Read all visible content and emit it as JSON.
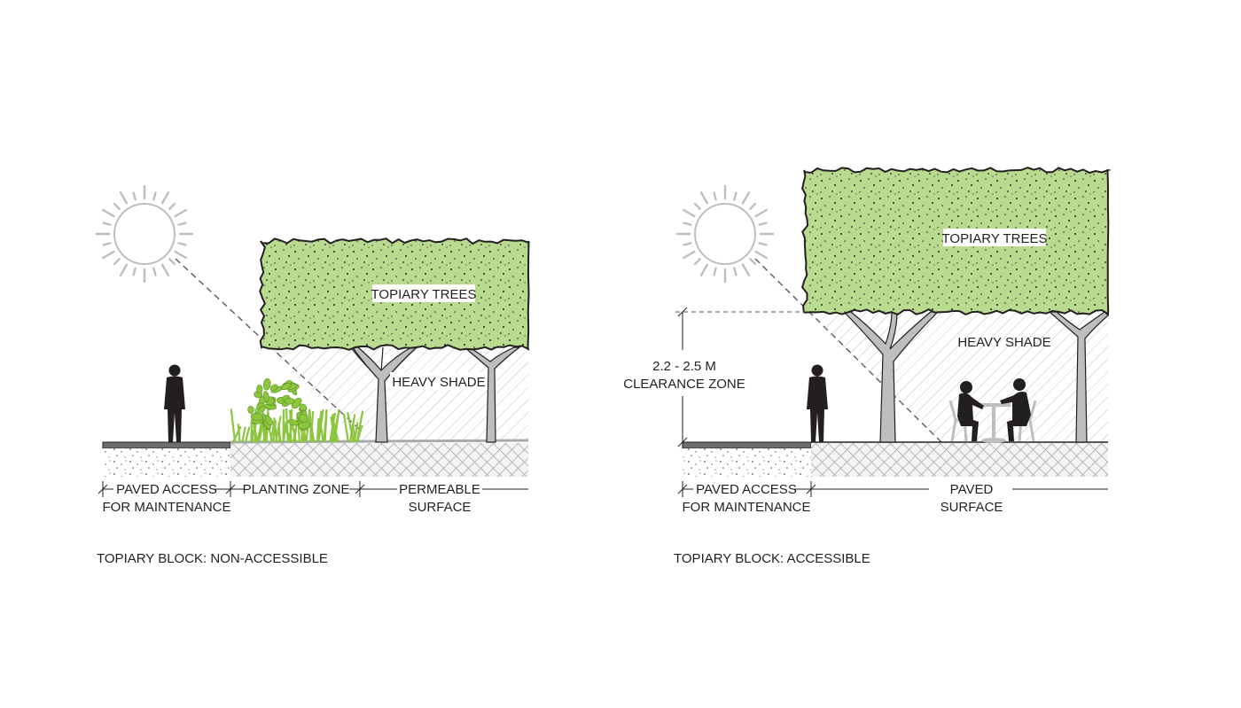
{
  "colors": {
    "canopy": "#b9db8f",
    "plants": "#8cc63f",
    "ink": "#231f20",
    "trunk": "#bcbec0",
    "sun": "#bcbec0"
  },
  "left_panel": {
    "caption": "TOPIARY BLOCK: NON-ACCESSIBLE",
    "canopy_label": "TOPIARY TREES",
    "shade_label": "HEAVY SHADE",
    "zones": [
      {
        "line1": "PAVED ACCESS",
        "line2": "FOR MAINTENANCE"
      },
      {
        "line1": "PLANTING ZONE",
        "line2": ""
      },
      {
        "line1": "PERMEABLE",
        "line2": "SURFACE"
      }
    ]
  },
  "right_panel": {
    "caption": "TOPIARY BLOCK: ACCESSIBLE",
    "canopy_label": "TOPIARY TREES",
    "shade_label": "HEAVY SHADE",
    "clearance_line1": "2.2 - 2.5 M",
    "clearance_line2": "CLEARANCE ZONE",
    "zones": [
      {
        "line1": "PAVED ACCESS",
        "line2": "FOR MAINTENANCE"
      },
      {
        "line1": "PAVED",
        "line2": "SURFACE"
      }
    ]
  }
}
